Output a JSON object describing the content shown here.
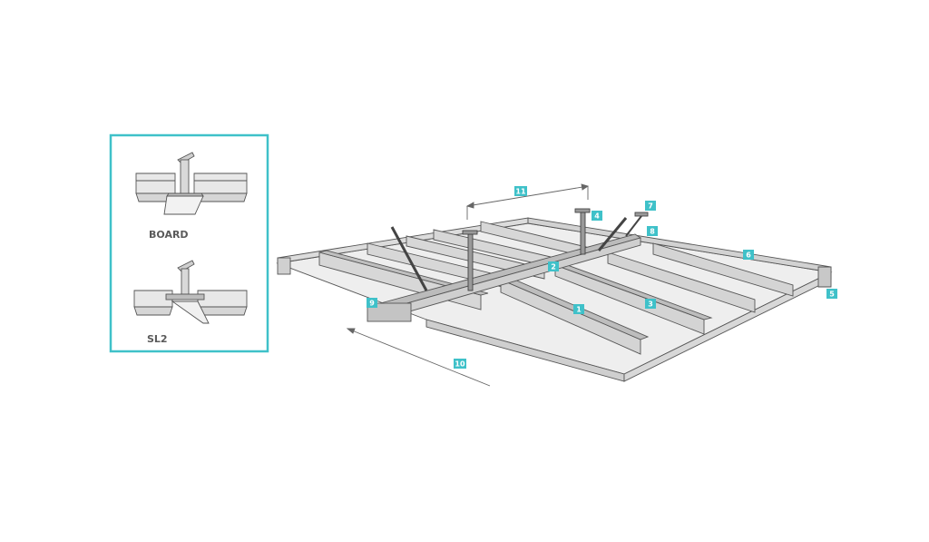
{
  "colors": {
    "accent": "#3fc1c9",
    "line": "#555555",
    "panel": "#e6e6e6",
    "panel_dark": "#c9c9c9"
  },
  "inset": {
    "board_label": "BOARD",
    "sl2_label": "SL2"
  },
  "callouts": [
    {
      "id": "1",
      "text": "1"
    },
    {
      "id": "2",
      "text": "2"
    },
    {
      "id": "3",
      "text": "3"
    },
    {
      "id": "4",
      "text": "4"
    },
    {
      "id": "5",
      "text": "5"
    },
    {
      "id": "6",
      "text": "6"
    },
    {
      "id": "7",
      "text": "7"
    },
    {
      "id": "8",
      "text": "8"
    },
    {
      "id": "9",
      "text": "9"
    },
    {
      "id": "10",
      "text": "10"
    },
    {
      "id": "11",
      "text": "11"
    }
  ]
}
